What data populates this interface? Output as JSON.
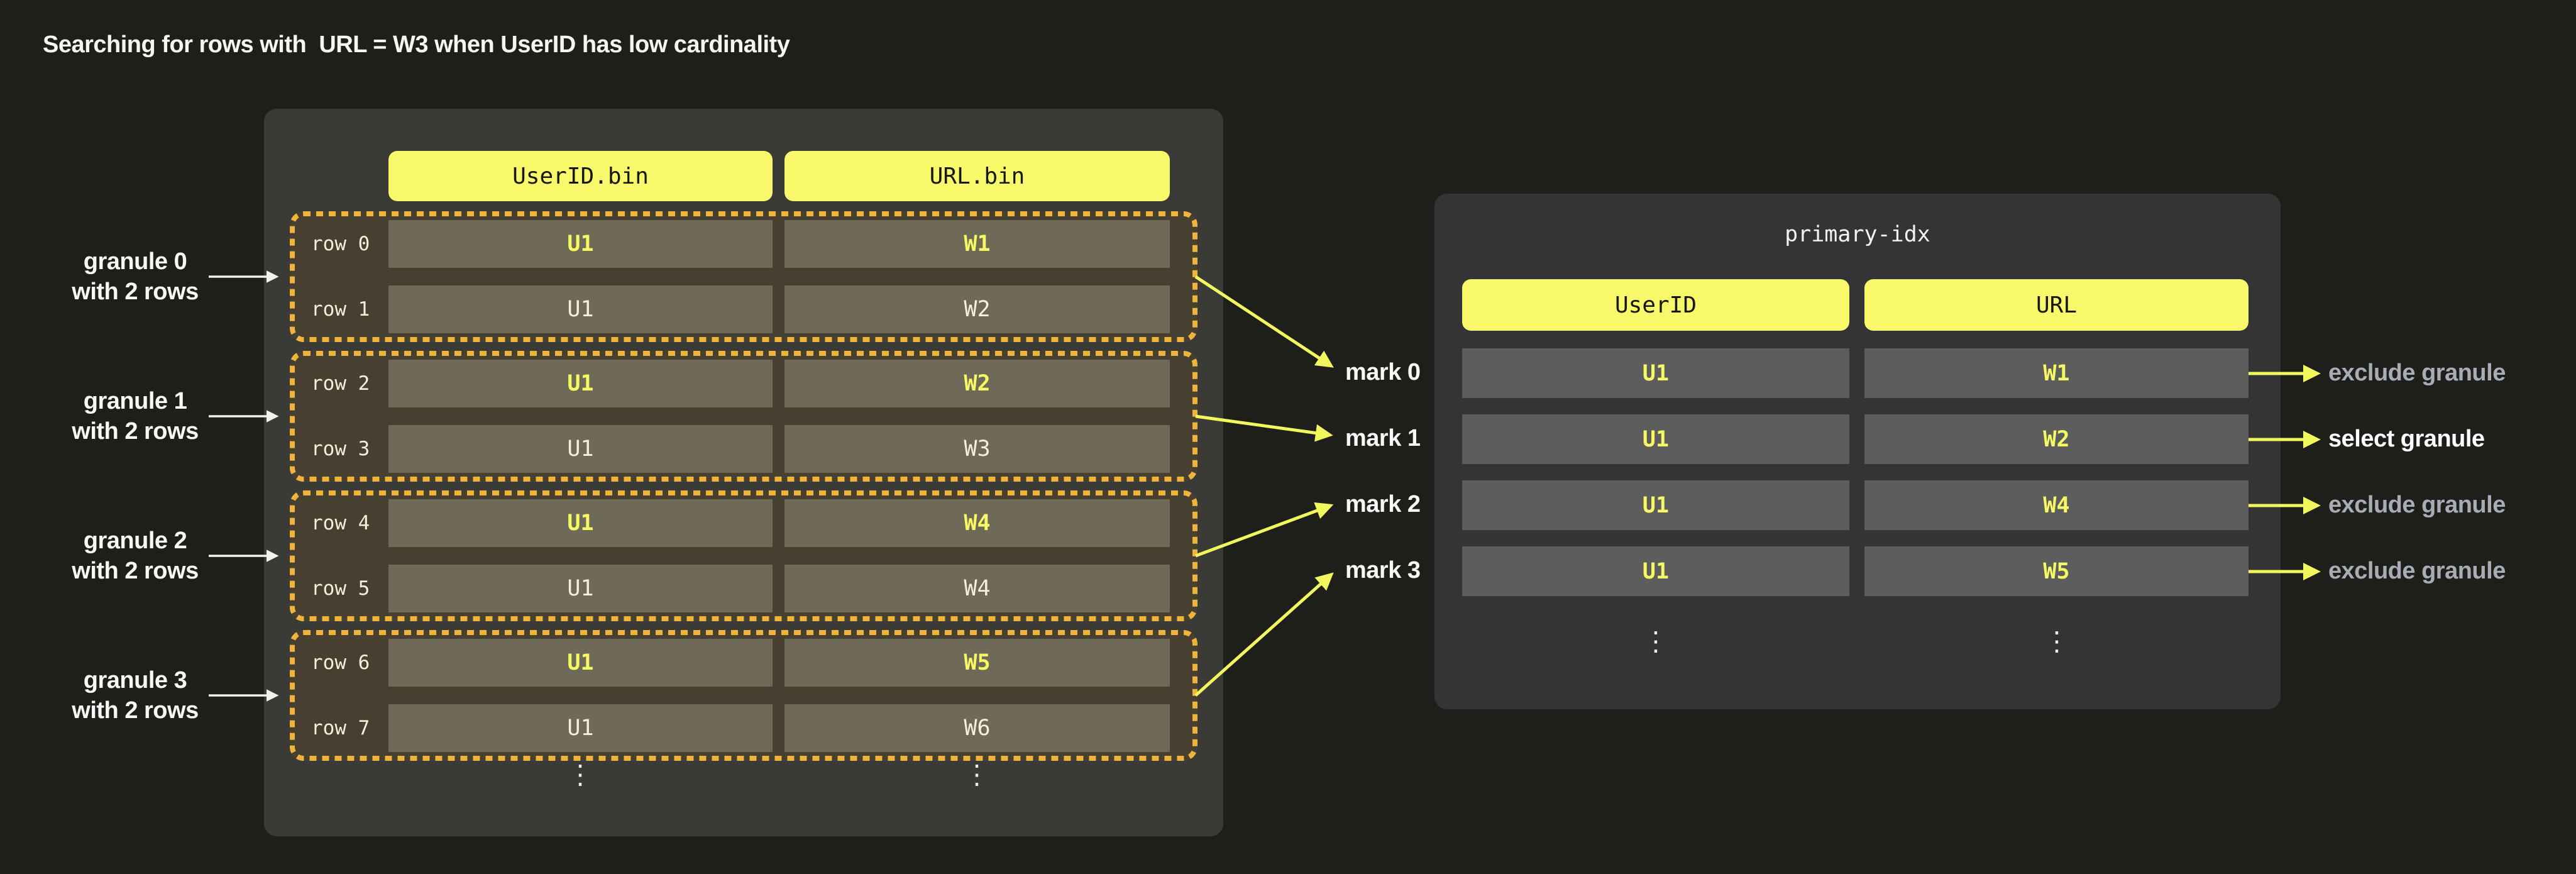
{
  "title": "Searching for rows with  URL = W3 when UserID has low cardinality",
  "left_table": {
    "columns": [
      "UserID.bin",
      "URL.bin"
    ],
    "ellipsis": "⋮",
    "granules": [
      {
        "label_line1": "granule 0",
        "label_line2": "with 2 rows",
        "rows": [
          {
            "name": "row 0",
            "userid": "U1",
            "url": "W1"
          },
          {
            "name": "row 1",
            "userid": "U1",
            "url": "W2"
          }
        ]
      },
      {
        "label_line1": "granule 1",
        "label_line2": "with 2 rows",
        "rows": [
          {
            "name": "row 2",
            "userid": "U1",
            "url": "W2"
          },
          {
            "name": "row 3",
            "userid": "U1",
            "url": "W3"
          }
        ]
      },
      {
        "label_line1": "granule 2",
        "label_line2": "with 2 rows",
        "rows": [
          {
            "name": "row 4",
            "userid": "U1",
            "url": "W4"
          },
          {
            "name": "row 5",
            "userid": "U1",
            "url": "W4"
          }
        ]
      },
      {
        "label_line1": "granule 3",
        "label_line2": "with 2 rows",
        "rows": [
          {
            "name": "row 6",
            "userid": "U1",
            "url": "W5"
          },
          {
            "name": "row 7",
            "userid": "U1",
            "url": "W6"
          }
        ]
      }
    ]
  },
  "marks": [
    "mark 0",
    "mark 1",
    "mark 2",
    "mark 3"
  ],
  "primary_index": {
    "title": "primary-idx",
    "columns": [
      "UserID",
      "URL"
    ],
    "rows": [
      [
        "U1",
        "W1"
      ],
      [
        "U1",
        "W2"
      ],
      [
        "U1",
        "W4"
      ],
      [
        "U1",
        "W5"
      ]
    ],
    "ellipsis": "⋮"
  },
  "decisions": [
    {
      "label": "exclude granule",
      "emphasis": false
    },
    {
      "label": "select granule",
      "emphasis": true
    },
    {
      "label": "exclude granule",
      "emphasis": false
    },
    {
      "label": "exclude granule",
      "emphasis": false
    }
  ],
  "colors": {
    "background": "#1e1e1a",
    "panel_left": "#3a3a37",
    "panel_right": "#343437",
    "accent_yellow": "#f7f96b",
    "granule_border": "#f0b33c",
    "granule_fill": "#474031",
    "cell_fill_left": "#6f6957",
    "cell_fill_right": "#5d5d5d",
    "value_yellow": "#f6f963",
    "arrow_yellow": "#f3f75e",
    "muted_text": "#a8adb5"
  }
}
